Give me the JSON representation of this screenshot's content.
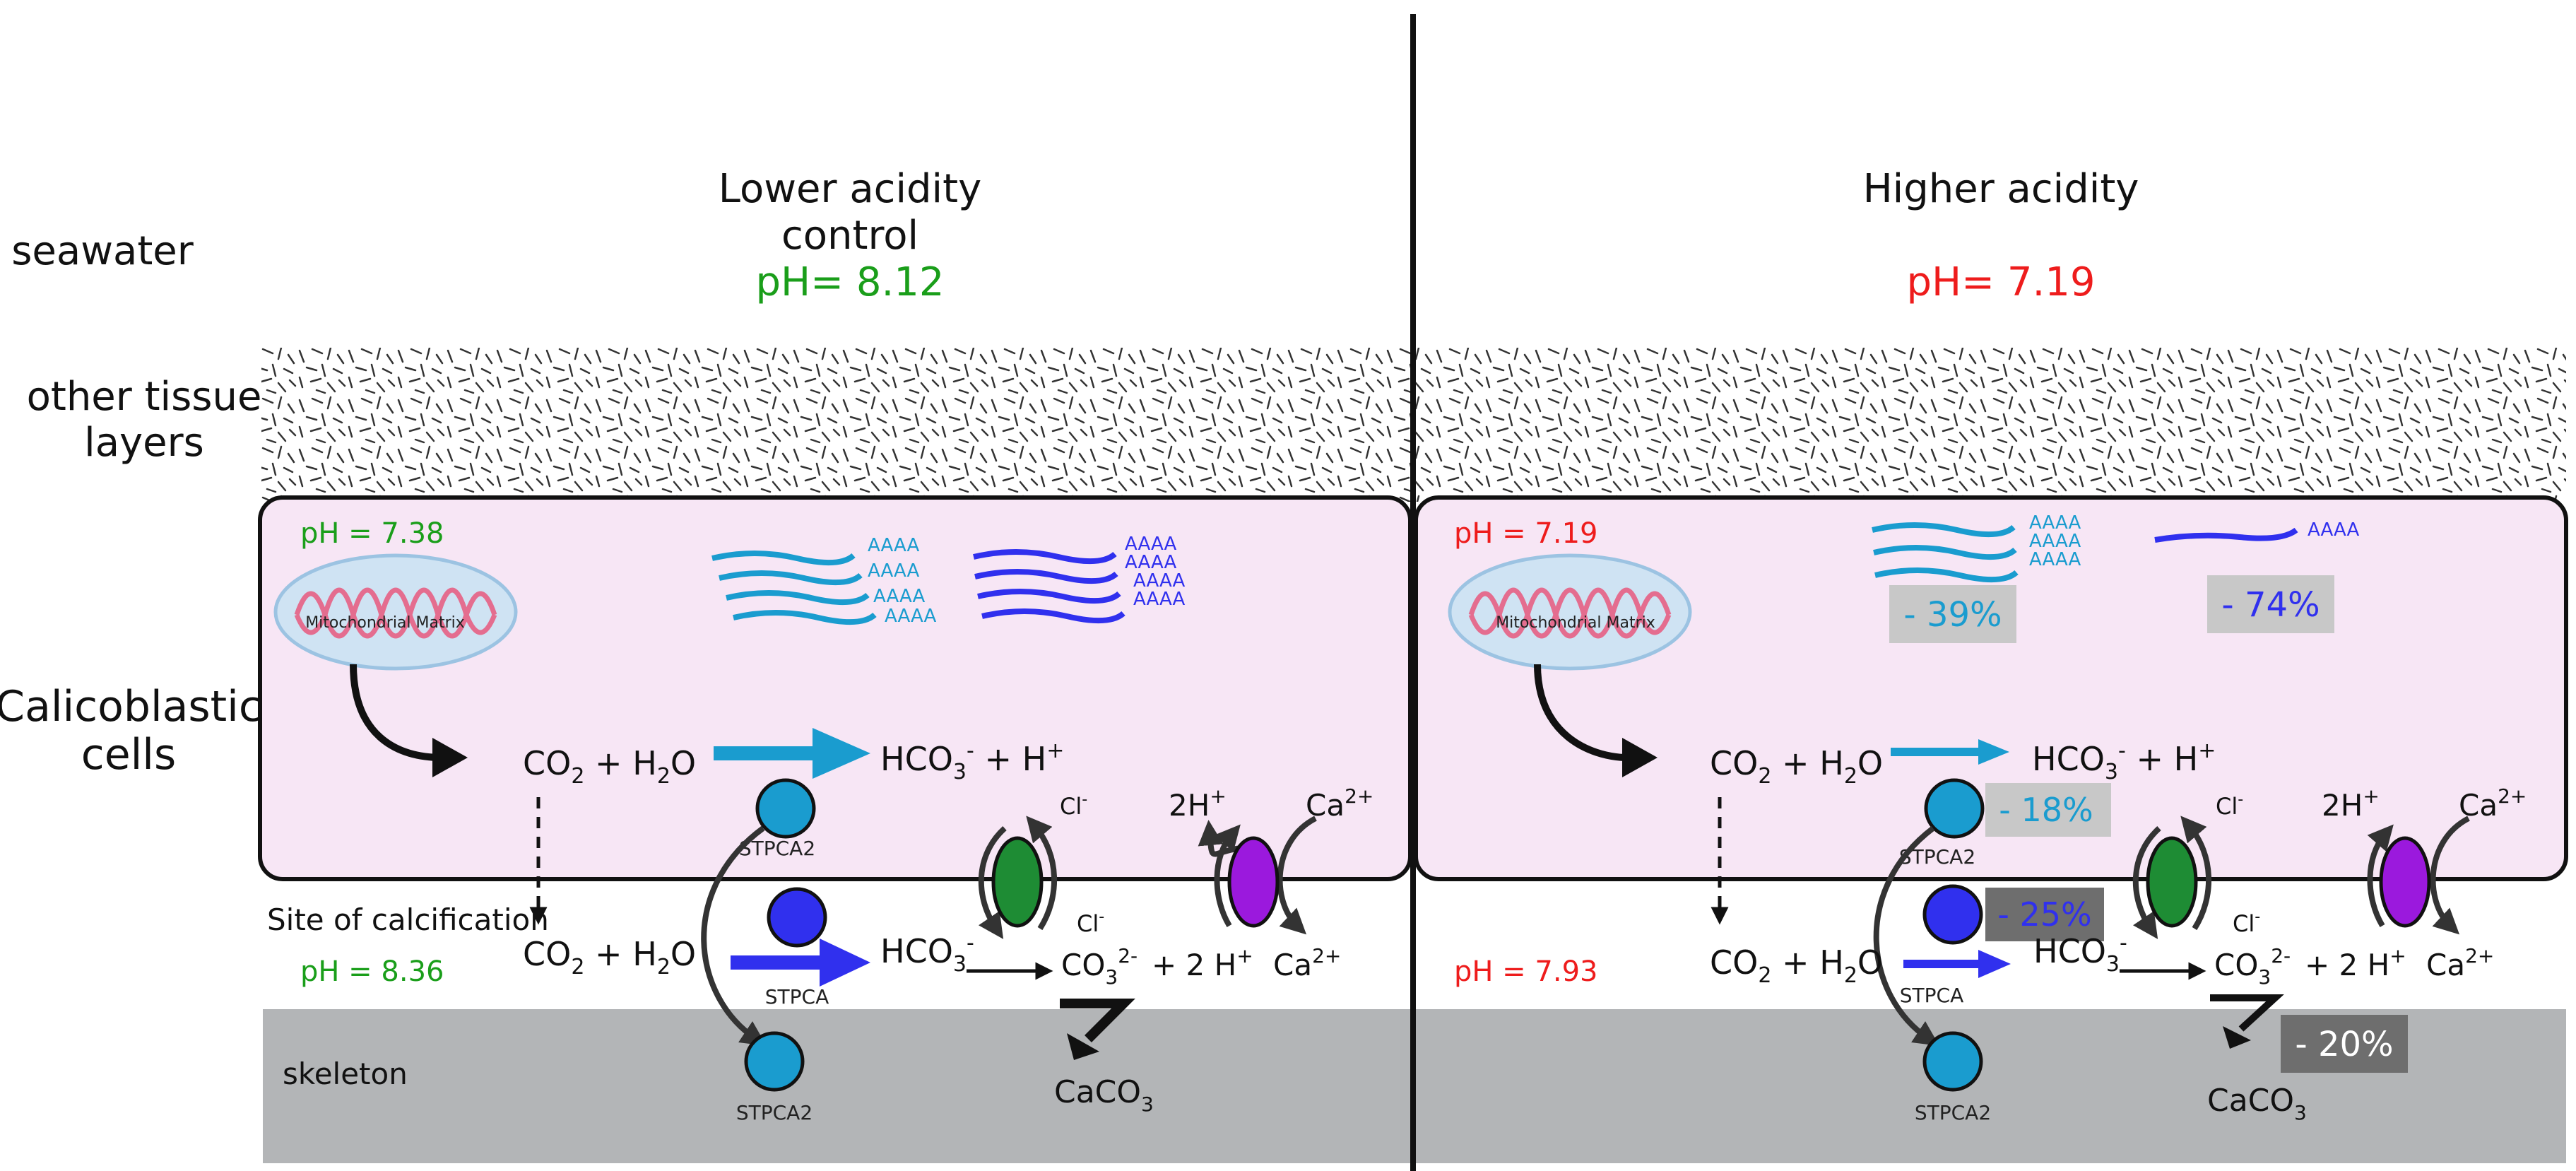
{
  "left_labels": {
    "seawater": "seawater",
    "other_tissue": [
      "other tissue",
      "layers"
    ],
    "calicoblastic": [
      "Calicoblastic",
      "cells"
    ],
    "site_of_calcification": "Site of calcification",
    "skeleton": "skeleton"
  },
  "left_panel": {
    "title": [
      "Lower acidity",
      "control"
    ],
    "seawater_ph": "pH= 8.12",
    "cell_ph": "pH = 7.38",
    "site_ph": "pH = 8.36",
    "mitochondria_label": "Mitochondrial Matrix",
    "mrna_poly_a": "AAAA"
  },
  "right_panel": {
    "title": "Higher acidity",
    "seawater_ph": "pH= 7.19",
    "cell_ph": "pH = 7.19",
    "site_ph": "pH = 7.93",
    "mitochondria_label": "Mitochondrial Matrix",
    "mrna_poly_a": "AAAA",
    "changes": {
      "mrna_stpca2": "- 39%",
      "mrna_stpca": "- 74%",
      "stpca2_reaction": "- 18%",
      "stpca_reaction": "- 25%",
      "caco3": "- 20%"
    }
  },
  "enzymes": {
    "stpca2": "STPCA2",
    "stpca": "STPCA"
  },
  "ions": {
    "cl": "Cl",
    "cl_charge": "-",
    "h": "2H",
    "h_charge": "+",
    "ca": "Ca",
    "ca_charge": "2+"
  },
  "colors": {
    "ph_control": "#1a9e1a",
    "ph_acid": "#ee1c1c",
    "stpca2_cyan": "#1a9ccf",
    "stpca_blue": "#3030ee",
    "cell_fill": "#f7e6f5",
    "skeleton_fill": "#b3b5b7",
    "chloride_exchanger": "#1e8c34",
    "calcium_pump": "#9b19dd",
    "change_box_light": "#c8c8c8",
    "change_box_dark": "#6e6e6e"
  }
}
